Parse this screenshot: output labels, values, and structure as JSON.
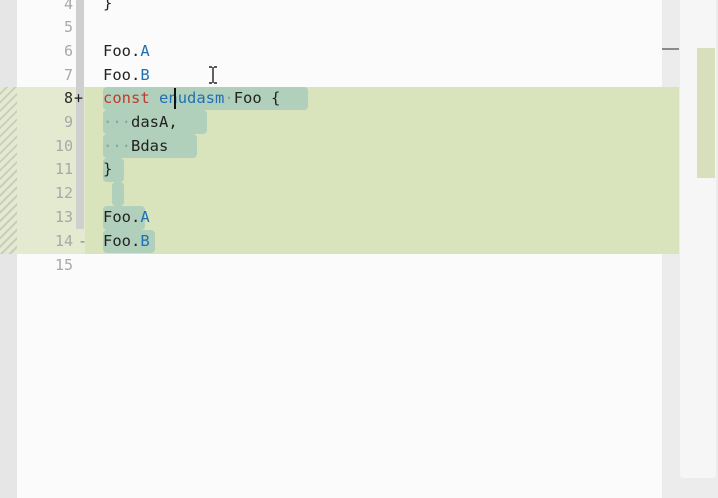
{
  "editor": {
    "line_numbers": [
      "4",
      "5",
      "6",
      "7",
      "8",
      "9",
      "10",
      "11",
      "12",
      "13",
      "14",
      "15"
    ],
    "active_line": "8",
    "markers": {
      "added": "+",
      "removed": "-"
    },
    "code": {
      "l4_brace": "}",
      "l6_obj": "Foo",
      "l6_dot": ".",
      "l6_member": "A",
      "l7_obj": "Foo",
      "l7_dot": ".",
      "l7_member": "B",
      "l8_kw": "const",
      "l8_space": " ",
      "l8_e": "e",
      "l8_rest": "nudasm",
      "l8_ws": "·",
      "l8_name": "Foo",
      "l8_open": " {",
      "l9_ws": "···",
      "l9_text": "dasA,",
      "l10_ws": "···",
      "l10_text": "Bdas",
      "l11_brace": "}",
      "l13_obj": "Foo",
      "l13_dot": ".",
      "l13_member": "A",
      "l14_obj": "Foo",
      "l14_dot": ".",
      "l14_member": "B"
    }
  },
  "colors": {
    "diff_added": "#d9e4bc",
    "selection": "#a9cdbb",
    "keyword": "#c0392b",
    "identifier": "#1f6fb2"
  }
}
